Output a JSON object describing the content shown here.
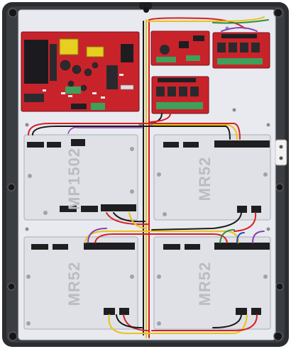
{
  "enclosure": {
    "boards": [
      {
        "id": "mp1502",
        "label": "MP1502"
      },
      {
        "id": "mr52-top-right",
        "label": "MR52"
      },
      {
        "id": "mr52-bottom-left",
        "label": "MR52"
      },
      {
        "id": "mr52-bottom-right",
        "label": "MR52"
      }
    ]
  },
  "colors": {
    "enclosure_frame": "#2b2d31",
    "backplate": "#e8eaf0",
    "board_face": "#dfe1e6",
    "pcb_red": "#c8232b",
    "pcb_dark_red": "#8f141b",
    "terminal_green": "#3ea05a",
    "connector_black": "#1f1f22",
    "wire_red": "#d62020",
    "wire_yellow": "#e8c21a",
    "wire_black": "#1a1a1a",
    "wire_purple": "#8a3fb0",
    "wire_green": "#2f8f3a",
    "wire_blue": "#2446c8"
  }
}
